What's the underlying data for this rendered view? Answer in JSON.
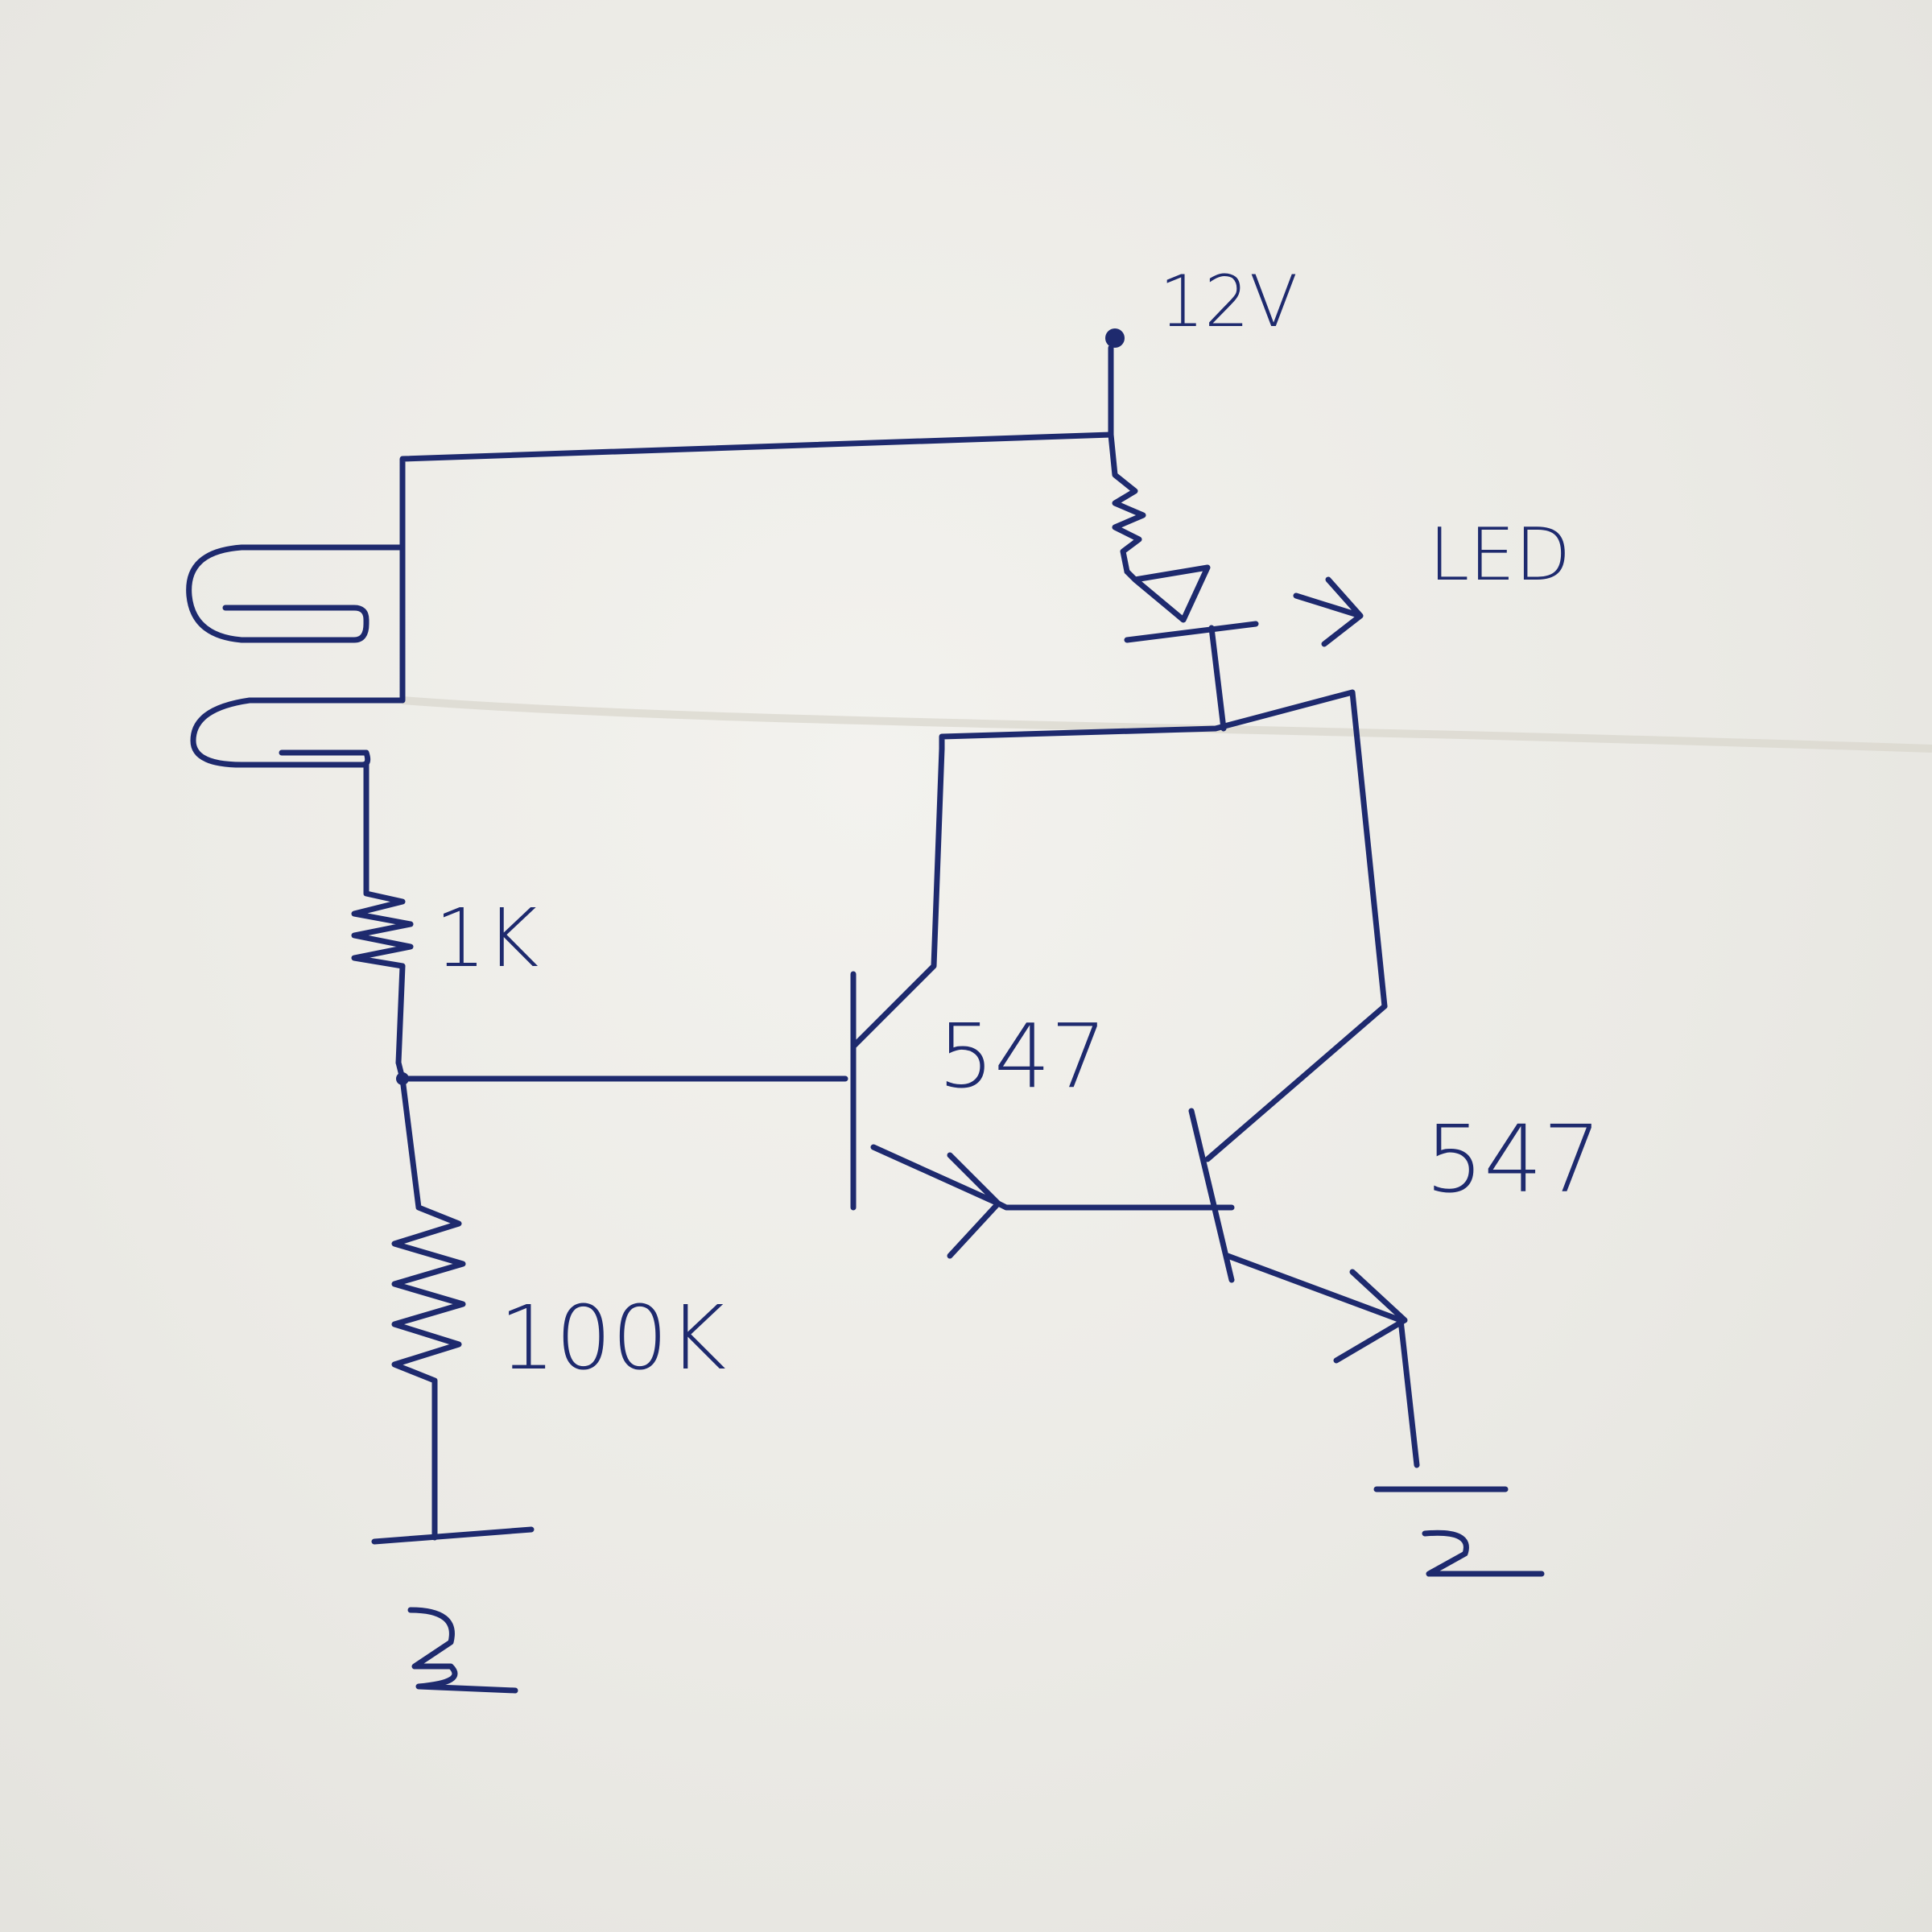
{
  "supply_label": "12V",
  "led_label": "LED",
  "resistor_1k_label": "1K",
  "resistor_100k_label": "100K",
  "transistor_1_label": "547",
  "transistor_2_label": "547"
}
